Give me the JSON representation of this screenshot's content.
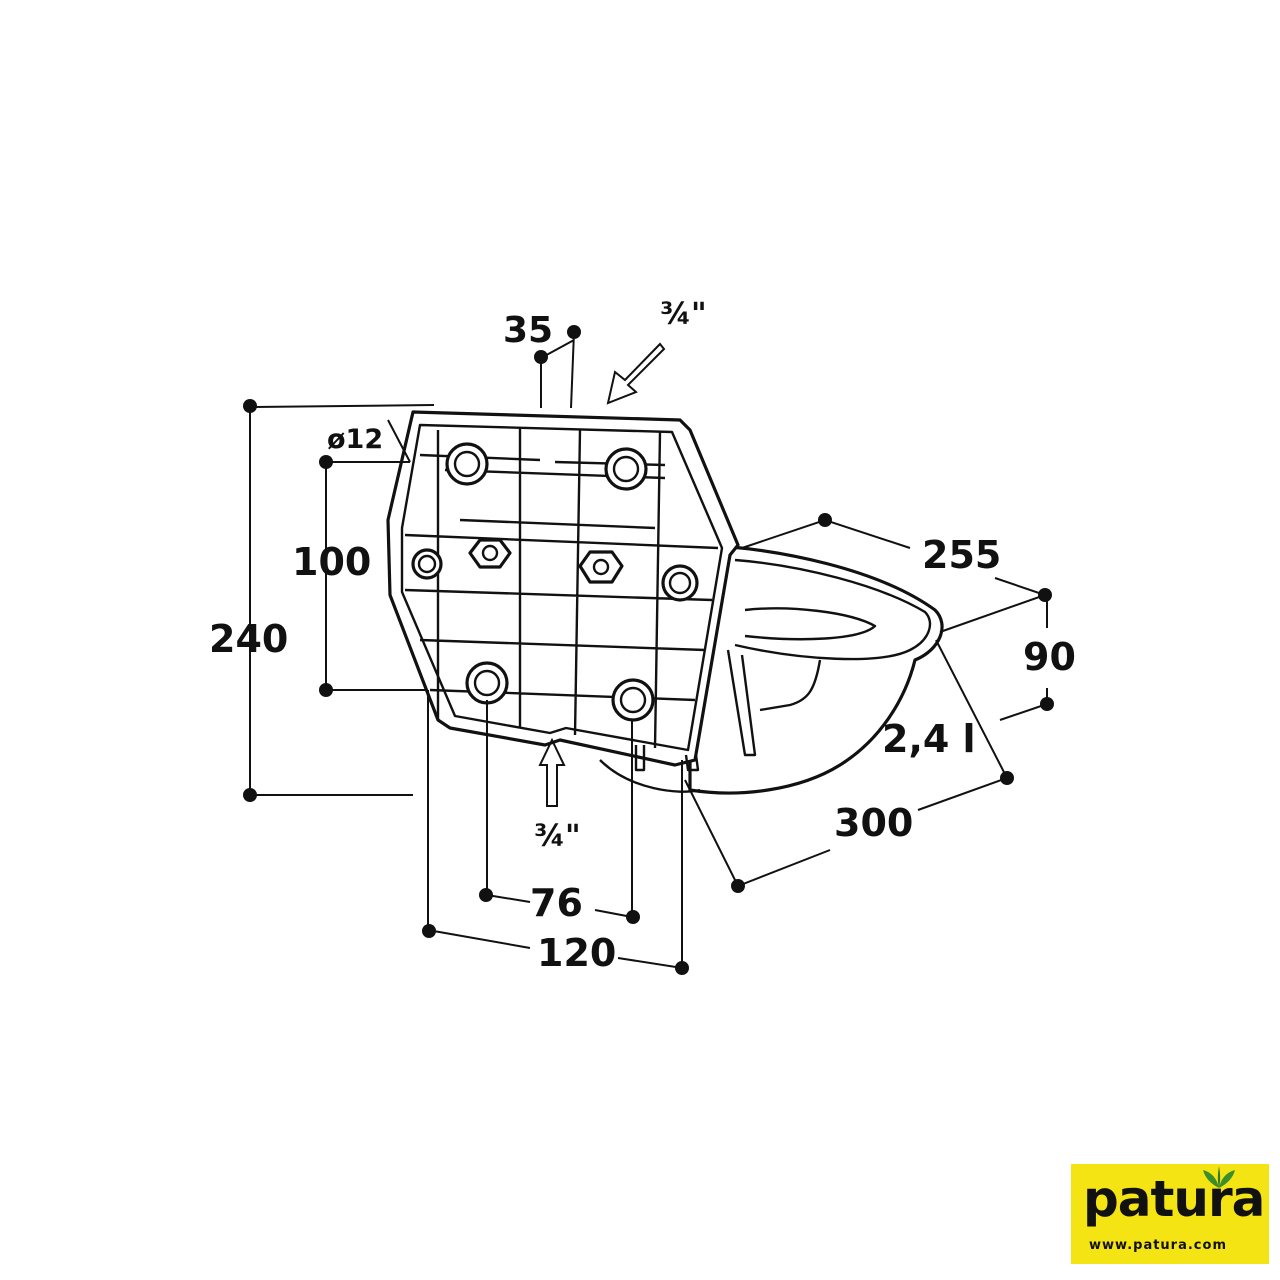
{
  "dimensions": {
    "d35": "35",
    "thread_top": "¾\"",
    "dia12": "ø12",
    "d240": "240",
    "d100": "100",
    "d255": "255",
    "d90": "90",
    "volume": "2,4 l",
    "d300": "300",
    "thread_bottom": "¾\"",
    "d76": "76",
    "d120": "120"
  },
  "logo": {
    "word": "patura",
    "url": "www.patura.com"
  },
  "colors": {
    "logo_bg": "#f5e414",
    "logo_leaf": "#3b8f2a",
    "ink": "#111111"
  }
}
